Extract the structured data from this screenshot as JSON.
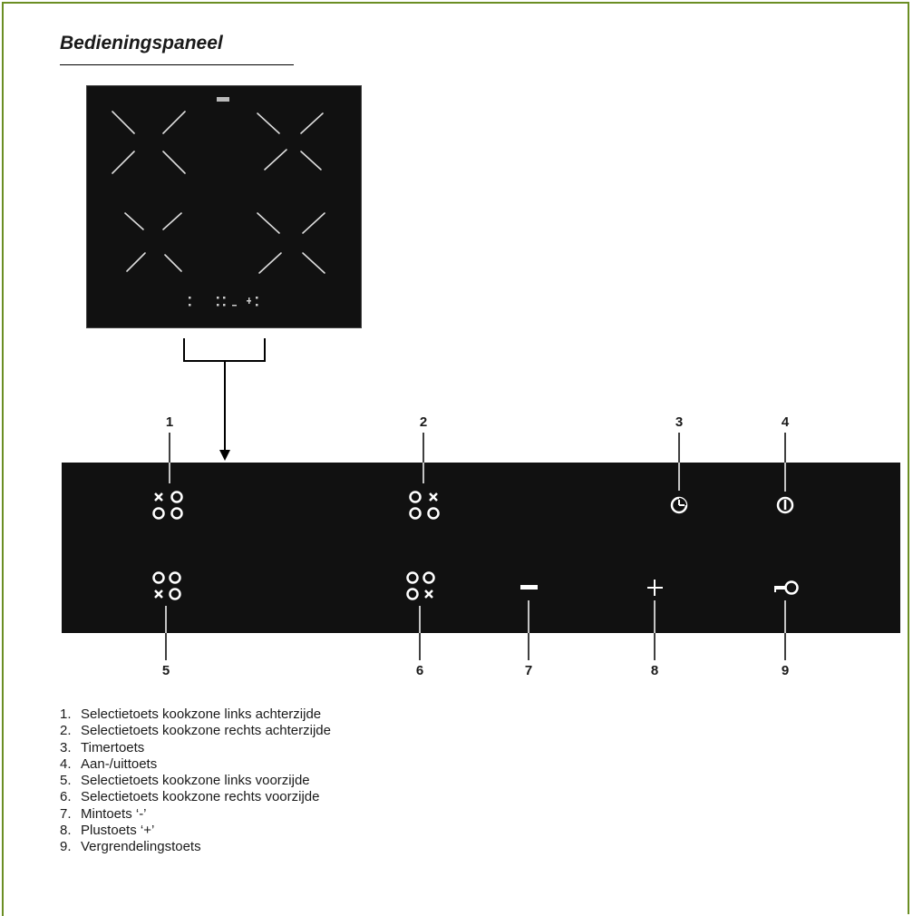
{
  "title": "Bedieningspaneel",
  "callouts": [
    "1",
    "2",
    "3",
    "4",
    "5",
    "6",
    "7",
    "8",
    "9"
  ],
  "legend": [
    {
      "num": "1.",
      "text": "Selectietoets kookzone links achterzijde"
    },
    {
      "num": "2.",
      "text": "Selectietoets kookzone rechts achterzijde"
    },
    {
      "num": "3.",
      "text": "Timertoets"
    },
    {
      "num": "4.",
      "text": "Aan-/uittoets"
    },
    {
      "num": "5.",
      "text": "Selectietoets kookzone links voorzijde"
    },
    {
      "num": "6.",
      "text": "Selectietoets kookzone rechts voorzijde"
    },
    {
      "num": "7.",
      "text": "Mintoets ‘-’"
    },
    {
      "num": "8.",
      "text": "Plustoets ‘+’"
    },
    {
      "num": "9.",
      "text": "Vergrendelingstoets"
    }
  ],
  "icons": {
    "key1": "zone-rear-left-icon",
    "key2": "zone-rear-right-icon",
    "key3": "timer-icon",
    "key4": "power-icon",
    "key5": "zone-front-left-icon",
    "key6": "zone-front-right-icon",
    "key7": "minus-icon",
    "key8": "plus-icon",
    "key9": "lock-icon"
  },
  "colors": {
    "frame": "#6b8e23",
    "panel": "#111111",
    "symbols": "#ffffff"
  }
}
